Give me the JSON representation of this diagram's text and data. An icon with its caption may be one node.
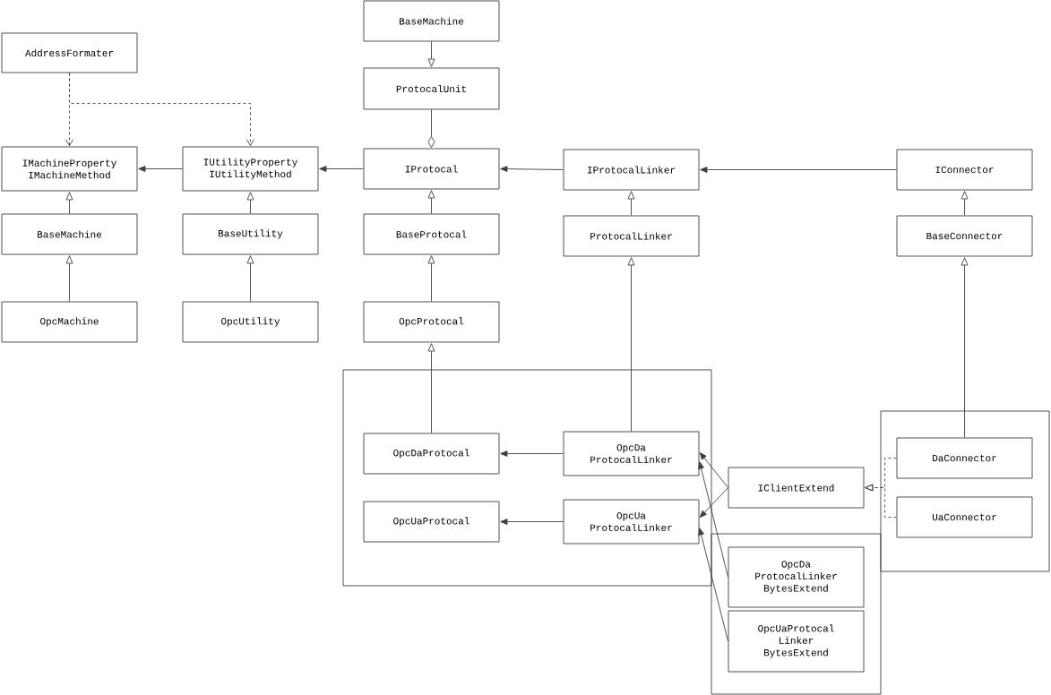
{
  "diagram": {
    "nodes": [
      {
        "text": [
          "AddressFormater"
        ]
      },
      {
        "text": [
          "IMachineProperty IMachineMethod"
        ]
      },
      {
        "text": [
          "IUtilityProperty IUtilityMethod"
        ]
      },
      {
        "text": [
          "BaseMachine"
        ]
      },
      {
        "text": [
          "BaseUtility"
        ]
      },
      {
        "text": [
          "OpcMachine"
        ]
      },
      {
        "text": [
          "OpcUtility"
        ]
      },
      {
        "text": [
          "BaseMachine"
        ]
      },
      {
        "text": [
          "ProtocalUnit"
        ]
      },
      {
        "text": [
          "IProtocal"
        ]
      },
      {
        "text": [
          "BaseProtocal"
        ]
      },
      {
        "text": [
          "OpcProtocal"
        ]
      },
      {
        "text": [
          "IProtocalLinker"
        ]
      },
      {
        "text": [
          "ProtocalLinker"
        ]
      },
      {
        "text": [
          "IConnector"
        ]
      },
      {
        "text": [
          "BaseConnector"
        ]
      },
      {
        "text": [],
        "shape": "box"
      },
      {
        "text": [
          "OpcDaProtocal"
        ],
        "in": 16
      },
      {
        "text": [
          "OpcDa ProtocalLinker"
        ],
        "in": 16
      },
      {
        "text": [
          "OpcUaProtocal"
        ],
        "in": 16
      },
      {
        "text": [
          "OpcUa ProtocalLinker"
        ],
        "in": 16
      },
      {
        "text": [
          "IClientExtend"
        ]
      },
      {
        "text": [],
        "shape": "box"
      },
      {
        "text": [
          "DaConnector"
        ],
        "in": 22
      },
      {
        "text": [
          "UaConnector"
        ],
        "in": 22
      },
      {
        "text": [],
        "shape": "box"
      },
      {
        "text": [
          "OpcDa ProtocalLinker BytesExtend"
        ],
        "in": 25
      },
      {
        "text": [
          "OpcUaProtocal Linker BytesExtend"
        ],
        "in": 25
      }
    ],
    "edges": [
      {
        "from": 0,
        "to": 1,
        "arrow": "to",
        "style": "dashed"
      },
      {
        "from": 0,
        "to": 2,
        "arrow": "to",
        "style": "dashed"
      },
      {
        "from": 2,
        "to": 1,
        "arrow": "to"
      },
      {
        "from": 9,
        "to": 2,
        "arrow": "to"
      },
      {
        "from": 12,
        "to": 9,
        "arrow": "to"
      },
      {
        "from": 14,
        "to": 12,
        "arrow": "to"
      },
      {
        "from": 3,
        "to": 1,
        "arrow": "to"
      },
      {
        "from": 5,
        "to": 3,
        "arrow": "to"
      },
      {
        "from": 4,
        "to": 2,
        "arrow": "to"
      },
      {
        "from": 6,
        "to": 4,
        "arrow": "to"
      },
      {
        "from": 7,
        "to": 8,
        "arrow": "to"
      },
      {
        "from": 8,
        "to": 9,
        "arrow": "other"
      },
      {
        "from": 10,
        "to": 9,
        "arrow": "to"
      },
      {
        "from": 11,
        "to": 10,
        "arrow": "to"
      },
      {
        "from": 17,
        "to": 11,
        "arrow": "to"
      },
      {
        "from": 18,
        "to": 13,
        "arrow": "to"
      },
      {
        "from": 18,
        "to": 17,
        "arrow": "to"
      },
      {
        "from": 20,
        "to": 19,
        "arrow": "to"
      },
      {
        "from": 23,
        "to": 15,
        "arrow": "to"
      },
      {
        "from": 21,
        "to": 18,
        "arrow": "to"
      },
      {
        "from": 21,
        "to": 20,
        "arrow": "to"
      },
      {
        "from": 26,
        "to": 18,
        "arrow": "to"
      },
      {
        "from": 27,
        "to": 20,
        "arrow": "to"
      },
      {
        "from": 23,
        "to": 21,
        "arrow": "to",
        "style": "dashed"
      },
      {
        "from": 24,
        "to": 21,
        "arrow": "to",
        "style": "dashed"
      },
      {
        "from": 13,
        "to": 12,
        "arrow": "to"
      },
      {
        "from": 15,
        "to": 14,
        "arrow": "to"
      }
    ]
  }
}
